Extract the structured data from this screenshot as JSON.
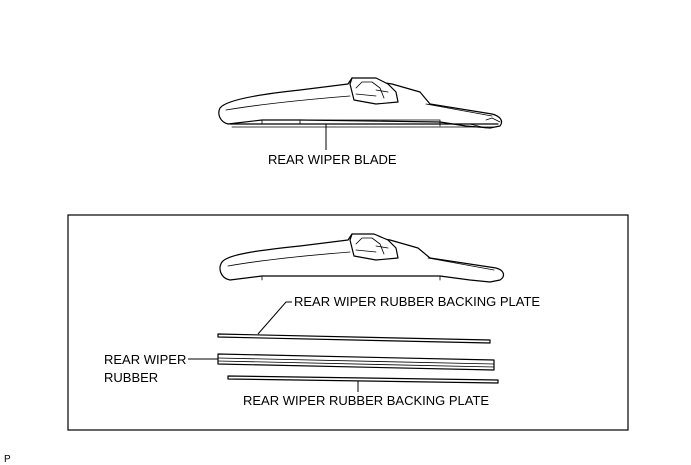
{
  "labels": {
    "rear_wiper_blade": "REAR WIPER BLADE",
    "backing_plate_top": "REAR WIPER RUBBER BACKING PLATE",
    "rubber_line1": "REAR WIPER",
    "rubber_line2": "RUBBER",
    "backing_plate_bottom": "REAR WIPER RUBBER BACKING PLATE",
    "figure_code": "P"
  }
}
